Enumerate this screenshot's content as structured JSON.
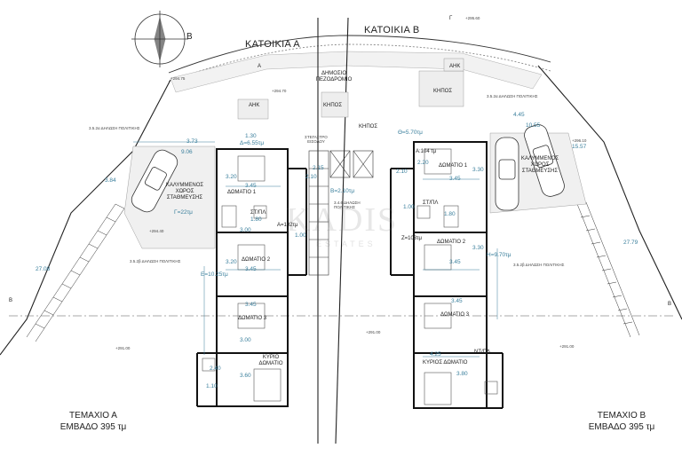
{
  "headings": {
    "house_a": "ΚΑΤΟΙΚΙΑ Α",
    "house_b": "ΚΑΤΟΙΚΙΑ Β",
    "public_walk": "ΔΗΜΟΣΙΟ ΠΕΖΟΔΡΟΜΙΟ"
  },
  "compass": {
    "letter": "B"
  },
  "parcels": {
    "a_name": "ΤΕΜΑΧΙΟ Α",
    "a_area": "ΕΜΒΑΔΟ 395 τμ",
    "b_name": "ΤΕΜΑΧΙΟ Β",
    "b_area": "ΕΜΒΑΔΟ 395 τμ"
  },
  "rooms_a": {
    "bedroom1": "ΔΩΜΑΤΙΟ 1",
    "bedroom2": "ΔΩΜΑΤΙΟ 2",
    "bedroom3": "ΔΩΜΑΤΙΟ 3",
    "master": "ΚΥΡΙΟ ΔΩΜΑΤΙΟ",
    "parking": "ΚΑΛΥΜΜΕΝΟΣ ΧΩΡΟΣ ΣΤΑΘΜΕΥΣΗΣ",
    "garden": "ΚΗΠΟΣ",
    "ank": "ΑΗΚ",
    "entrance": "ΣΤΕΓΑΣΤΡΟ ΕΙΣΟΔΟΥ",
    "wc": "ΣΤ/ΠΛ",
    "area": "Α=102τμ"
  },
  "rooms_b": {
    "bedroom1": "ΔΩΜΑΤΙΟ 1",
    "bedroom2": "ΔΩΜΑΤΙΟ 2",
    "bedroom3": "ΔΩΜΑΤΙΟ 3",
    "master": "ΚΥΡΙΟΣ ΔΩΜΑΤΙΟ",
    "parking": "ΚΑΛΥΜΜΕΝΟΣ ΧΩΡΟΣ ΣΤΑΘΜΕΥΣΗΣ",
    "garden": "ΚΗΠΟΣ",
    "ank": "ΑΗΚ",
    "wc": "ΣΤ/ΠΛ",
    "ntpl": "ΝΤ/ΠΛ",
    "area": "Α:104 τμ",
    "area_z": "Ζ=103τμ"
  },
  "notes": {
    "policy_left_top": "3.5.2α ΔΗΛΩΣΗ ΠΟΛΙΤΙΚΗΣ",
    "policy_left_mid": "3.5.2β ΔΗΛΩΣΗ ΠΟΛΙΤΙΚΗΣ",
    "policy_right_top": "3.5.2α ΔΗΛΩΣΗ ΠΟΛΙΤΙΚΗΣ",
    "policy_right_mid": "3.5.2β ΔΗΛΩΣΗ ΠΟΛΙΤΙΚΗΣ",
    "policy_center": "3.4.6 ΔΗΛΩΣΗ ΠΟΛΙΤΙΚΗΣ",
    "garden_mid": "ΚΗΠΟΣ"
  },
  "dims": {
    "d1": "3.20",
    "d2": "3.45",
    "d3": "3.00",
    "d4": "3.20",
    "d5": "3.45",
    "d6": "3.45",
    "d7": "3.00",
    "d8": "3.60",
    "d9": "2.40",
    "d10": "1.10",
    "d11": "1.30",
    "d12": "Δ=6.55τμ",
    "d13": "3.73",
    "d14": "9.06",
    "d15": "3.84",
    "d16": "Γ=22τμ",
    "d17": "27.08",
    "d18": "Ε=10.25τμ",
    "d19": "2.15",
    "d20": "2.10",
    "d21": "1.80",
    "d22": "1.00",
    "d23": "Β=2.10τμ",
    "d24": "Θ=5.70τμ",
    "d25": "2.20",
    "d26": "3.30",
    "d27": "3.45",
    "d28": "3.30",
    "d29": "3.45",
    "d30": "3.45",
    "d31": "4.25",
    "d32": "3.80",
    "d33": "Η=9.70τμ",
    "d34": "27.79",
    "d35": "4.45",
    "d36": "15.57",
    "d37": "10.55",
    "d38": "2.10",
    "d39": "1.00",
    "d40": "1.80"
  },
  "levels": {
    "l1": "+294.75",
    "l2": "+294.70",
    "l3": "+294.40",
    "l4": "+291.00",
    "l5": "+291.00",
    "l6": "+291.00",
    "l7": "+295.60",
    "l8": "+296.10"
  },
  "section_marks": {
    "a": "A",
    "b": "B",
    "g": "Γ"
  },
  "watermark": {
    "main": "KADIS",
    "sub": "ESTATES"
  }
}
